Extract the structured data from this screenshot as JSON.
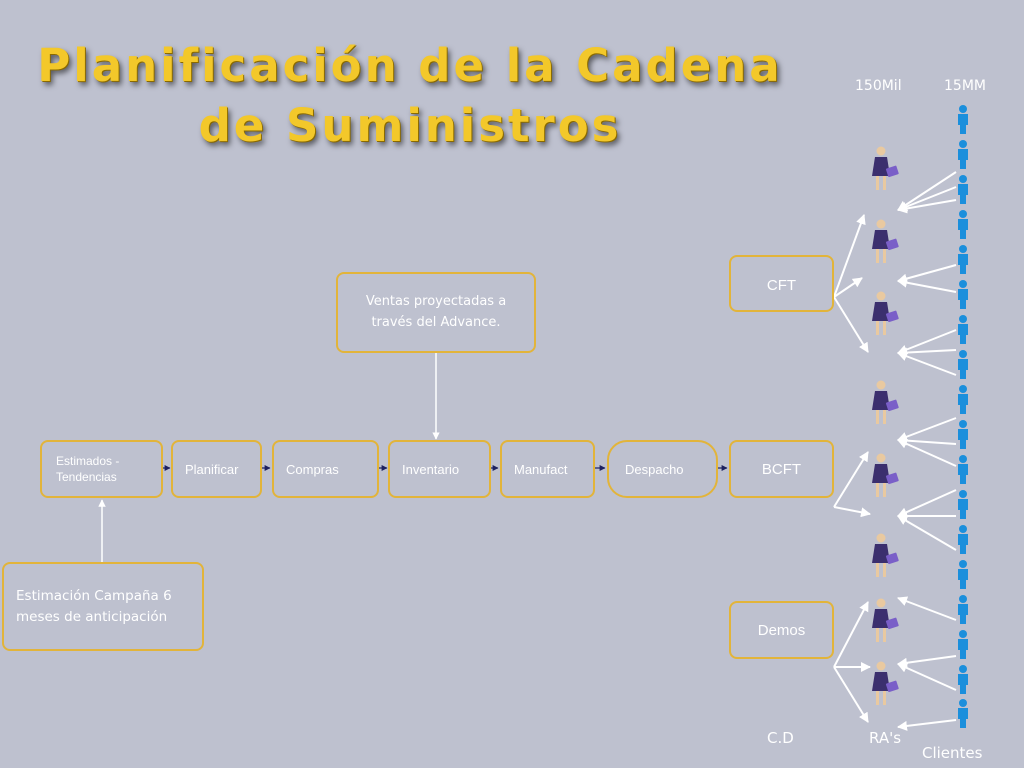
{
  "title": {
    "line1": "Planificación de la Cadena",
    "line2": "de Suministros"
  },
  "top_labels": {
    "left": "150Mil",
    "right": "15MM"
  },
  "forecast_note": "Ventas proyectadas a través del Advance.",
  "campaign_note": "Estimación Campaña  6 meses  de anticipación",
  "process_steps": [
    {
      "label": "Estimados - Tendencias"
    },
    {
      "label": "Planificar"
    },
    {
      "label": "Compras"
    },
    {
      "label": "Inventario"
    },
    {
      "label": "Manufact"
    },
    {
      "label": "Despacho"
    }
  ],
  "distribution_centers": [
    {
      "label": "CFT"
    },
    {
      "label": "BCFT"
    },
    {
      "label": "Demos"
    }
  ],
  "bottom_labels": {
    "cd": "C.D",
    "ras": "RA's",
    "clients": "Clientes"
  },
  "colors": {
    "background": "#bec1cf",
    "title": "#f3c82a",
    "box_border": "#e2b43a",
    "ra_figure": "#3b2f6e",
    "client_figure": "#1b8fdc"
  },
  "icons": {
    "ra": "woman-with-bag-icon",
    "client": "person-icon"
  }
}
